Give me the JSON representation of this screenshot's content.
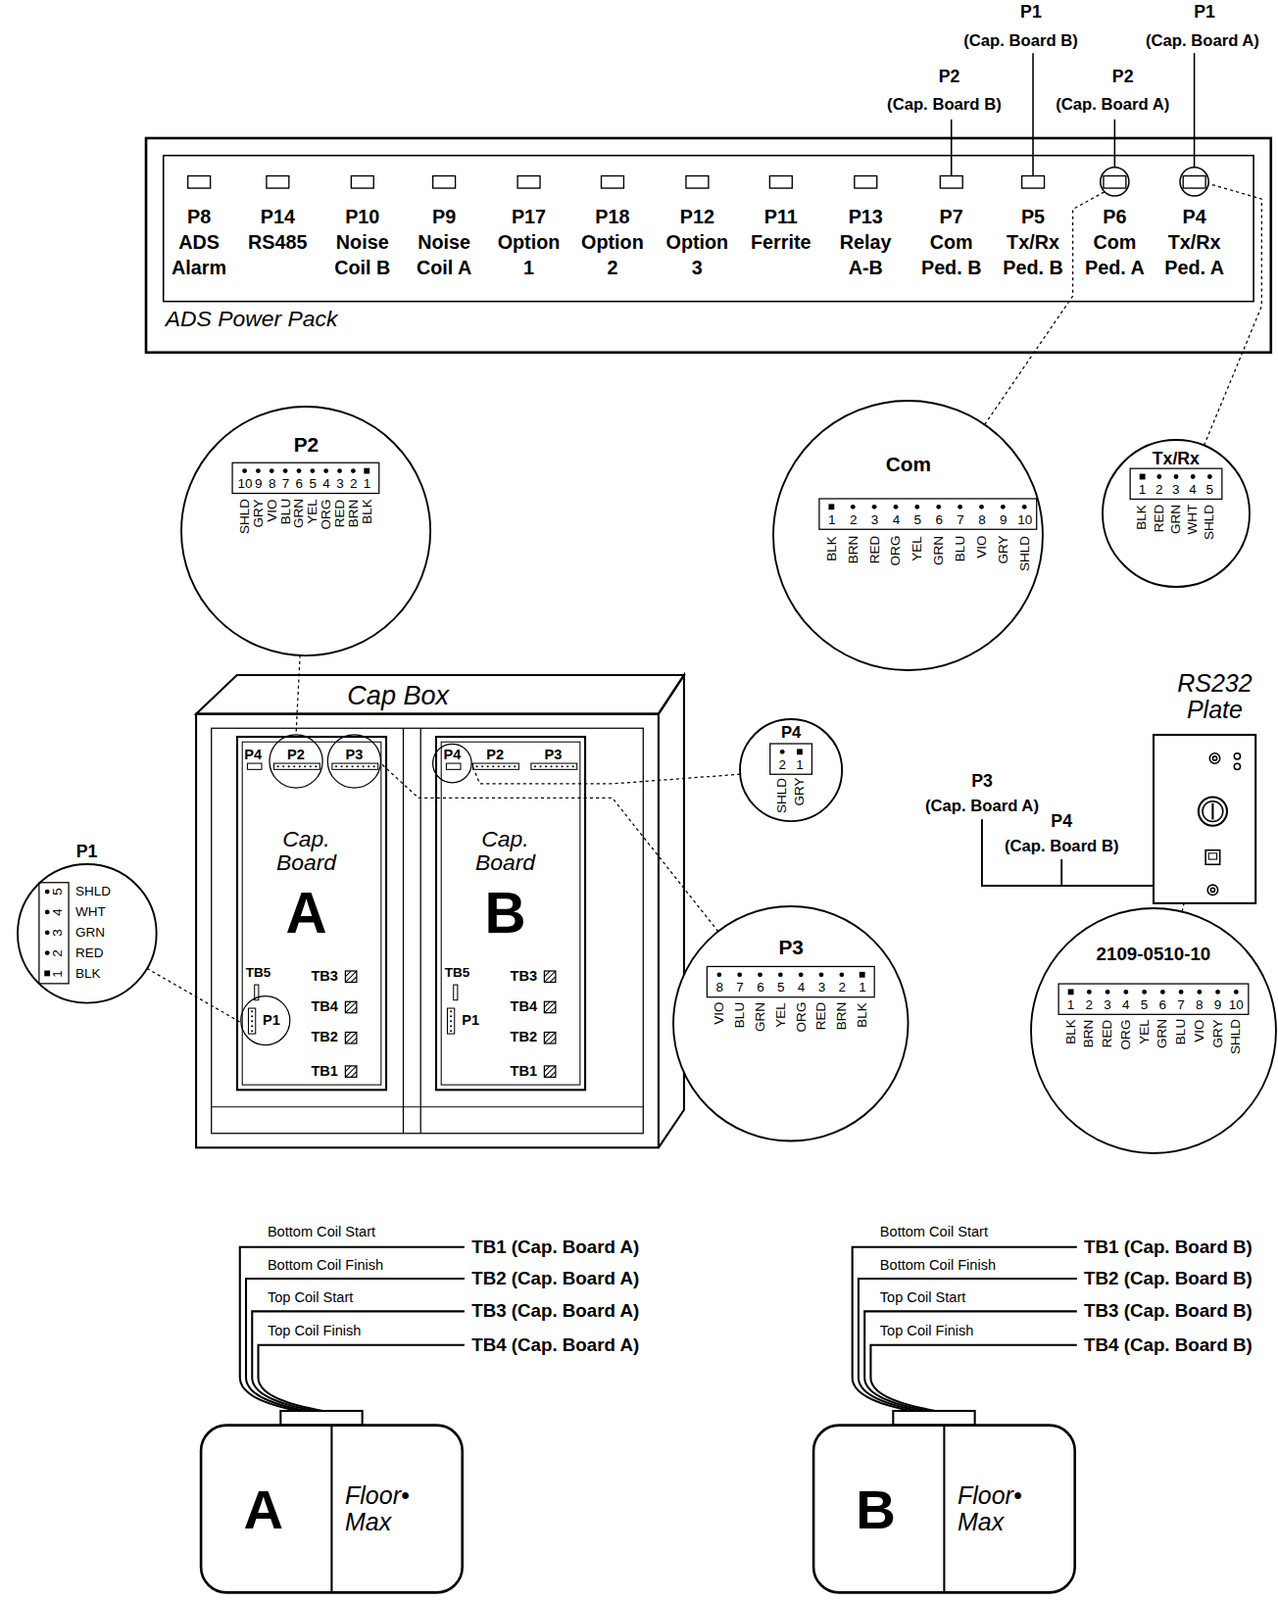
{
  "diagram": {
    "nodes": [
      {
        "text": [
          "ADS Power Pack"
        ]
      },
      {
        "text": [
          "P2",
          "10",
          "9",
          "8",
          "7",
          "6",
          "5",
          "4",
          "3",
          "2",
          "1",
          "SHLD",
          "GRY",
          "VIO",
          "BLU",
          "GRN",
          "YEL",
          "ORG",
          "RED",
          "BRN",
          "BLK"
        ]
      },
      {
        "text": [
          "Com",
          "1",
          "2",
          "3",
          "4",
          "5",
          "6",
          "7",
          "8",
          "9",
          "10",
          "BLK",
          "BRN",
          "RED",
          "ORG",
          "YEL",
          "GRN",
          "BLU",
          "VIO",
          "GRY",
          "SHLD"
        ]
      },
      {
        "text": [
          "Tx/Rx",
          "1",
          "2",
          "3",
          "4",
          "5",
          "BLK",
          "RED",
          "GRN",
          "WHT",
          "SHLD"
        ]
      },
      {
        "text": [
          "Cap Box"
        ]
      },
      {
        "text": [
          "P4",
          "P2",
          "P3",
          "Cap. Board",
          "A",
          "TB5",
          "P1",
          "TB3",
          "TB4",
          "TB2",
          "TB1"
        ],
        "in": 4
      },
      {
        "text": [
          "P4",
          "P2",
          "P3",
          "Cap. Board",
          "B",
          "TB5",
          "P1",
          "TB3",
          "TB4",
          "TB2",
          "TB1"
        ],
        "in": 4
      },
      {
        "text": [
          "P4",
          "2",
          "1",
          "SHLD",
          "GRY"
        ]
      },
      {
        "text": [
          "RS232 Plate"
        ]
      },
      {
        "text": [
          "P1",
          "5",
          "4",
          "3",
          "2",
          "1",
          "SHLD",
          "WHT",
          "GRN",
          "RED",
          "BLK"
        ]
      },
      {
        "text": [
          "P3",
          "8",
          "7",
          "6",
          "5",
          "4",
          "3",
          "2",
          "1",
          "VIO",
          "BLU",
          "GRN",
          "YEL",
          "ORG",
          "RED",
          "BRN",
          "BLK"
        ]
      },
      {
        "text": [
          "2109-0510-10",
          "1",
          "2",
          "3",
          "4",
          "5",
          "6",
          "7",
          "8",
          "9",
          "10",
          "BLK",
          "BRN",
          "RED",
          "ORG",
          "YEL",
          "GRN",
          "BLU",
          "VIO",
          "GRY",
          "SHLD"
        ]
      },
      {
        "text": [
          "A",
          "Floor• Max"
        ]
      },
      {
        "text": [
          "B",
          "Floor• Max"
        ]
      }
    ],
    "edges": [
      {
        "from": 1,
        "to": 5,
        "arrow": "none"
      },
      {
        "from": 2,
        "to": 0,
        "arrow": "none"
      },
      {
        "from": 3,
        "to": 0,
        "arrow": "none"
      },
      {
        "from": 7,
        "to": 6,
        "arrow": "none"
      },
      {
        "from": 9,
        "to": 5,
        "arrow": "none"
      },
      {
        "from": 10,
        "to": 5,
        "arrow": "none"
      },
      {
        "from": 11,
        "to": 8,
        "arrow": "none"
      }
    ],
    "labels": [
      "P1",
      "P1",
      "(Cap. Board B)",
      "(Cap. Board A)",
      "P2",
      "P2",
      "(Cap. Board B)",
      "(Cap. Board A)",
      "P8",
      "ADS",
      "Alarm",
      "P14",
      "RS485",
      "P10",
      "Noise",
      "Coil B",
      "P9",
      "Noise",
      "Coil A",
      "P17",
      "Option",
      "1",
      "P18",
      "Option",
      "2",
      "P12",
      "Option",
      "3",
      "P11",
      "Ferrite",
      "P13",
      "Relay",
      "A-B",
      "P7",
      "Com",
      "Ped. B",
      "P5",
      "Tx/Rx",
      "Ped. B",
      "P6",
      "Com",
      "Ped. A",
      "P4",
      "Tx/Rx",
      "Ped. A",
      "P3",
      "(Cap. Board A)",
      "P4",
      "(Cap. Board B)",
      "Bottom Coil Start",
      "TB1 (Cap. Board A)",
      "Bottom Coil Finish",
      "TB2 (Cap. Board A)",
      "Top Coil Start",
      "TB3 (Cap. Board A)",
      "Top Coil Finish",
      "TB4 (Cap. Board A)",
      "Bottom Coil Start",
      "TB1 (Cap. Board B)",
      "Bottom Coil Finish",
      "TB2 (Cap. Board B)",
      "Top Coil Start",
      "TB3 (Cap. Board B)",
      "Top Coil Finish",
      "TB4 (Cap. Board B)"
    ]
  }
}
